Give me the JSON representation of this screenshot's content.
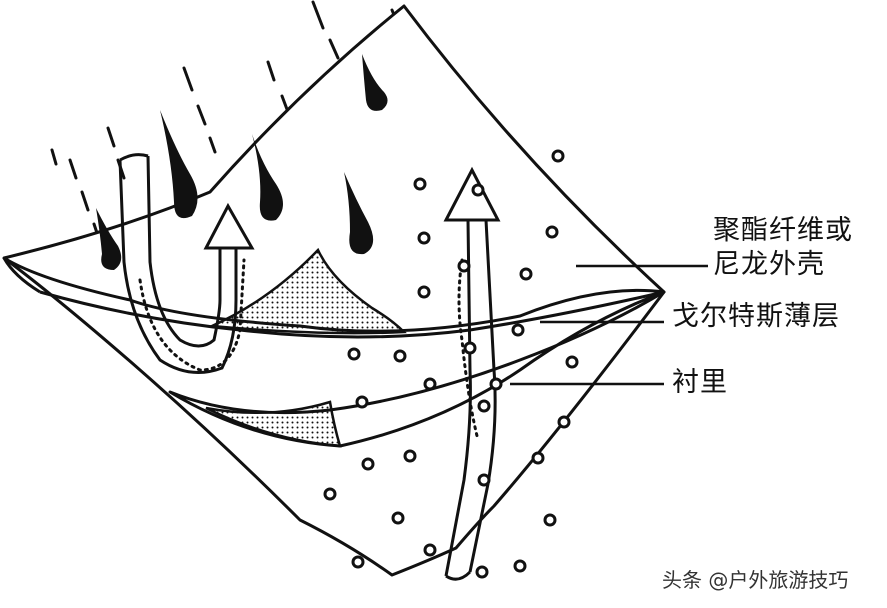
{
  "labels": {
    "shell_line1": "聚酯纤维或",
    "shell_line2": "尼龙外壳",
    "gore": "戈尔特斯薄层",
    "lining": "衬里"
  },
  "watermark": "头条 @户外旅游技巧",
  "colors": {
    "ink": "#111111",
    "background": "#ffffff"
  }
}
